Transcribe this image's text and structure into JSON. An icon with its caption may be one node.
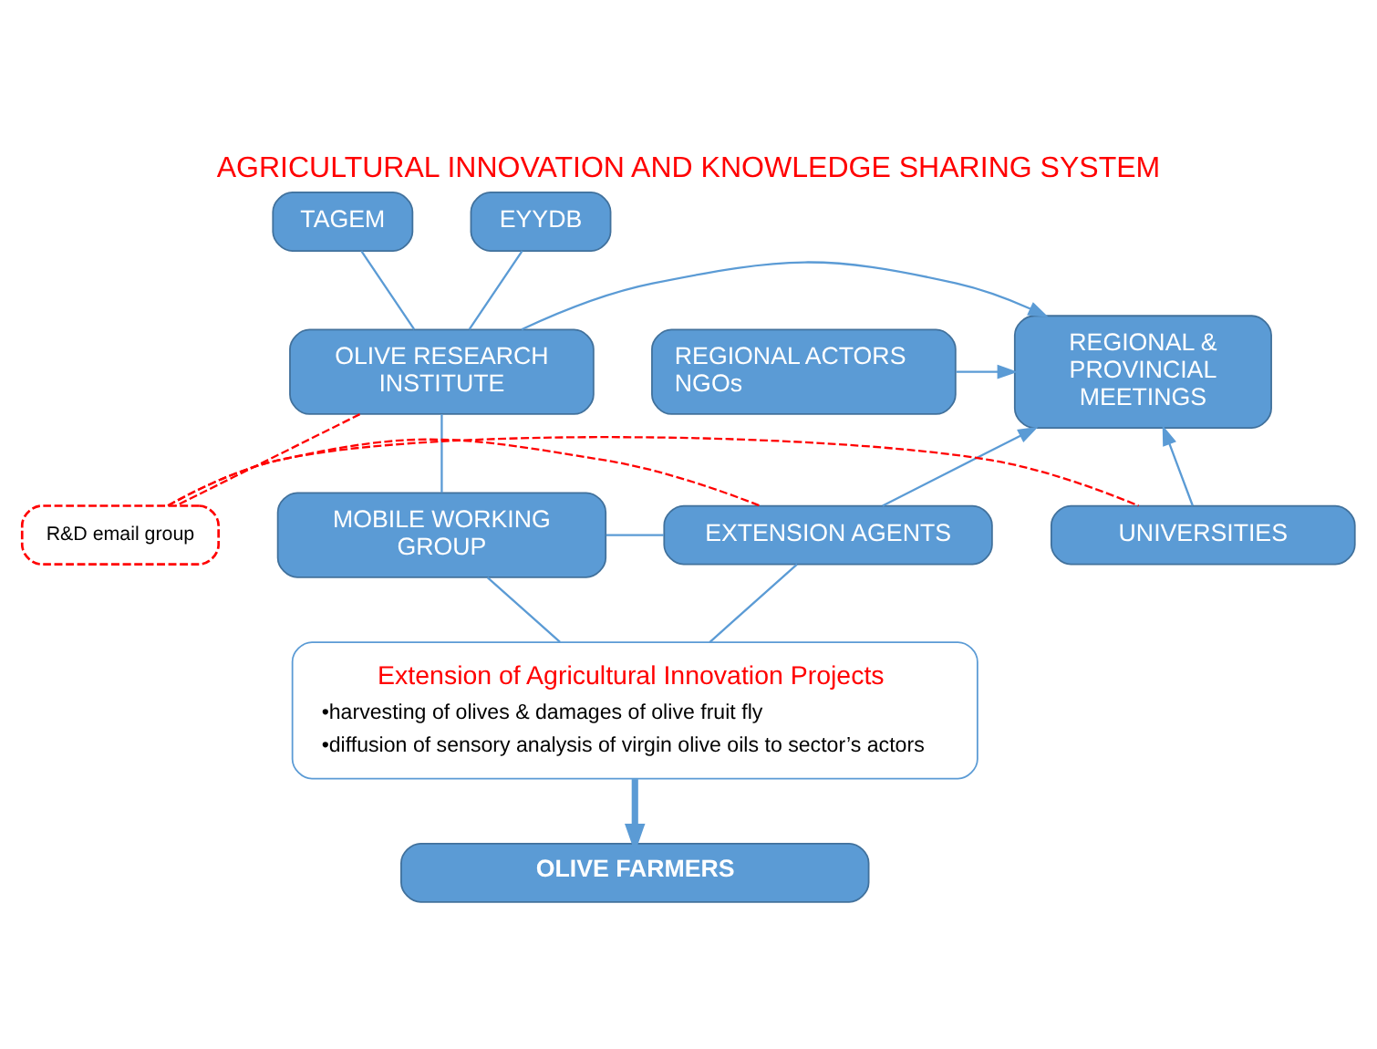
{
  "diagram": {
    "title": "AGRICULTURAL INNOVATION AND KNOWLEDGE SHARING SYSTEM",
    "nodes": [
      {
        "text": [
          "TAGEM"
        ]
      },
      {
        "text": [
          "EYYDB"
        ]
      },
      {
        "text": [
          "OLIVE RESEARCH INSTITUTE"
        ]
      },
      {
        "text": [
          "REGIONAL & PROVINCIAL MEETINGS"
        ]
      },
      {
        "text": [
          "REGIONAL ACTORS NGOs"
        ]
      },
      {
        "text": [
          "R&D email group"
        ]
      },
      {
        "text": [
          "UNIVERSITIES"
        ]
      },
      {
        "text": [
          "MOBILE WORKING GROUP"
        ]
      },
      {
        "text": [
          "EXTENSION AGENTS"
        ]
      },
      {
        "text": [
          "Extension of Agricultural Innovation Projects",
          "•harvesting of olives & damages of olive fruit fly",
          "•diffusion of sensory analysis of virgin olive oils to sector’s actors"
        ]
      },
      {
        "text": [
          "OLIVE FARMERS"
        ]
      }
    ],
    "edges": [
      {
        "from": 0,
        "to": 2,
        "arrow": "none"
      },
      {
        "from": 1,
        "to": 2,
        "arrow": "none"
      },
      {
        "from": 2,
        "to": 3,
        "arrow": "to"
      },
      {
        "from": 4,
        "to": 3,
        "arrow": "to"
      },
      {
        "from": 6,
        "to": 3,
        "arrow": "to"
      },
      {
        "from": 8,
        "to": 3,
        "arrow": "to"
      },
      {
        "from": 5,
        "to": 2,
        "arrow": "none",
        "style": "dashed",
        "color": "#ff0000"
      },
      {
        "from": 5,
        "to": 6,
        "arrow": "none",
        "style": "dashed",
        "color": "#ff0000"
      },
      {
        "from": 5,
        "to": 8,
        "arrow": "none",
        "style": "dashed",
        "color": "#ff0000"
      },
      {
        "from": 2,
        "to": 7,
        "arrow": "none"
      },
      {
        "from": 7,
        "to": 8,
        "arrow": "none"
      },
      {
        "from": 7,
        "to": 9,
        "arrow": "none"
      },
      {
        "from": 8,
        "to": 9,
        "arrow": "none"
      },
      {
        "from": 9,
        "to": 10,
        "arrow": "to",
        "style": "thick"
      }
    ]
  }
}
